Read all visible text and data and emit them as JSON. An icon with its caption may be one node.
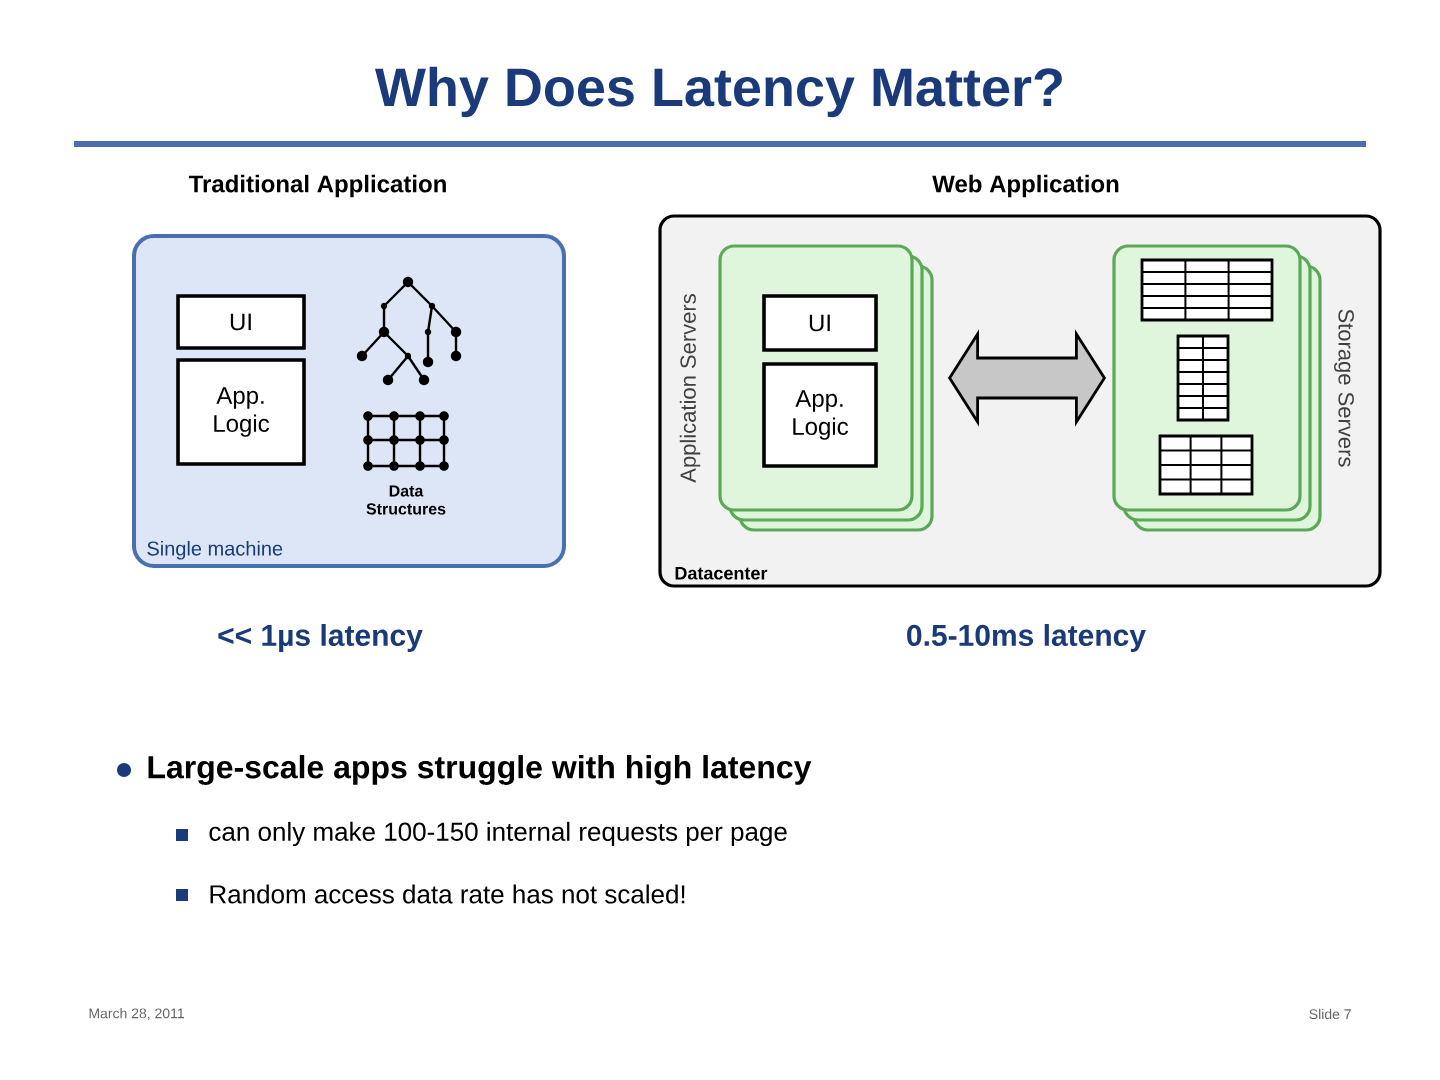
{
  "diagram": {
    "title": "Why Does Latency Matter?",
    "nodes": [
      {
        "text": [
          "Single machine"
        ]
      },
      {
        "text": [
          "UI"
        ],
        "in": 0
      },
      {
        "text": [
          "App. Logic"
        ],
        "in": 0
      },
      {
        "text": [
          "Datacenter"
        ]
      },
      {
        "text": [
          "Application Servers"
        ],
        "in": 3
      },
      {
        "text": [
          "UI"
        ],
        "in": 4
      },
      {
        "text": [
          "App. Logic"
        ],
        "in": 4
      },
      {
        "text": [
          "Storage Servers"
        ],
        "in": 3
      }
    ],
    "edges": [
      {
        "from": 4,
        "to": 7,
        "arrow": "both"
      }
    ],
    "labels": [
      "Traditional Application",
      "Web Application",
      "Data Structures",
      "<< 1µs latency",
      "0.5-10ms latency",
      "Large-scale apps struggle with high latency",
      "can only make 100-150 internal requests per page",
      "Random access data rate has not scaled!",
      "March 28, 2011",
      "Slide 7"
    ]
  }
}
